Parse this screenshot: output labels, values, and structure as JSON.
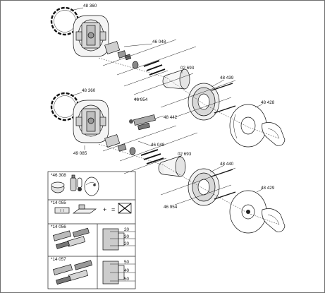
{
  "diagram": {
    "upper_assembly": {
      "labels": [
        "48 360",
        "46 048",
        "02 693",
        "48 439",
        "48 428",
        "46 954"
      ]
    },
    "lower_assembly": {
      "labels": [
        "48 360",
        "48 442",
        "49 085",
        "46 048",
        "02 693",
        "48 440",
        "48 429",
        "46 954"
      ]
    },
    "service_panel": {
      "labels": [
        "*46 308",
        "*14 055",
        "*14 056",
        "*14 057"
      ],
      "callouts": [
        "+",
        "="
      ],
      "dims": [
        "20",
        "30",
        "20",
        "50",
        "40",
        "50"
      ]
    }
  }
}
